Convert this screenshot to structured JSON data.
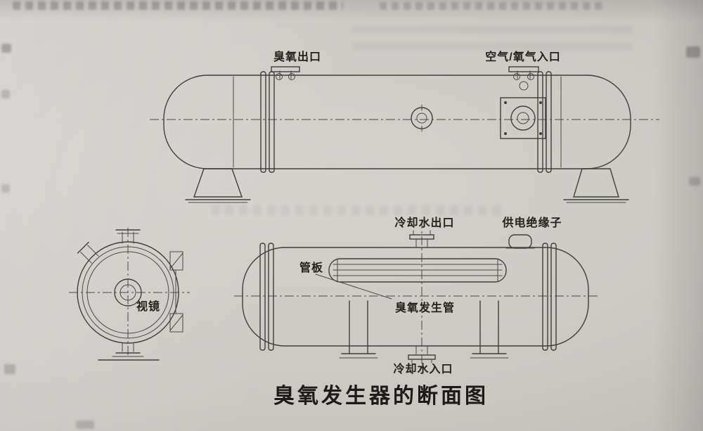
{
  "document": {
    "caption": "臭氧发生器的断面图"
  },
  "labels": {
    "ozone_outlet": "臭氧出口",
    "air_oxygen_inlet": "空气/氧气入口",
    "cooling_water_outlet": "冷却水出口",
    "power_insulator": "供电绝缘子",
    "tube_sheet": "管板",
    "ozone_generating_tube": "臭氧发生管",
    "sight_glass": "视镜",
    "cooling_water_inlet": "冷却水入口"
  },
  "colors": {
    "paper": "#cbc9c4",
    "ink": "#3f3e3a",
    "text": "#23221d"
  }
}
